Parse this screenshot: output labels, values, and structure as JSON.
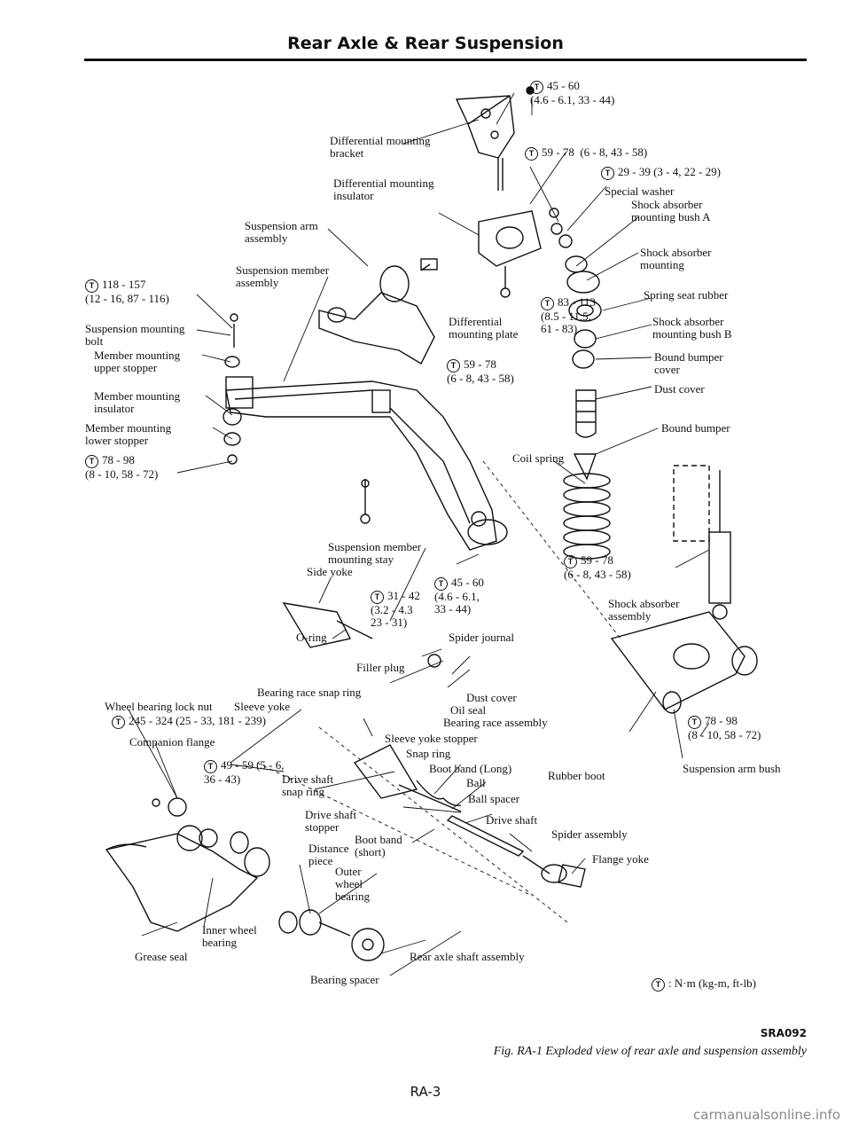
{
  "header": {
    "title": "Rear Axle & Rear Suspension"
  },
  "torque_symbol": "T",
  "labels": {
    "l01": "45 - 60\n(4.6 - 6.1, 33 - 44)",
    "l02": "Differential mounting\nbracket",
    "l03": "59 - 78  (6 - 8, 43 - 58)",
    "l04": "29 - 39 (3 - 4, 22 - 29)",
    "l05": "Special washer",
    "l06": "Shock absorber\nmounting bush A",
    "l07": "Differential mounting\ninsulator",
    "l08": "Suspension arm\nassembly",
    "l09": "Shock absorber\nmounting",
    "l10": "Suspension member\nassembly",
    "l11": "118 - 157\n(12 - 16, 87 - 116)",
    "l12": "Spring seat rubber",
    "l13": "83 - 113\n(8.5 - 11.5,\n61 - 83)",
    "l14": "Differential\nmounting plate",
    "l15": "Suspension mounting\nbolt",
    "l16": "Shock absorber\nmounting bush B",
    "l17": "Member mounting\nupper stopper",
    "l18": "Bound bumper\ncover",
    "l19": "59 - 78\n(6 - 8, 43 - 58)",
    "l20": "Dust cover",
    "l21": "Member mounting\ninsulator",
    "l22": "Member mounting\nlower stopper",
    "l23": "Bound bumper",
    "l24": "78 - 98\n(8 - 10, 58 - 72)",
    "l25": "Coil spring",
    "l26": "Suspension member\nmounting stay",
    "l27": "Side yoke",
    "l28": "59 - 78\n(6 - 8, 43 - 58)",
    "l29": "45 - 60\n(4.6 - 6.1,\n33 - 44)",
    "l30": "31 - 42\n(3.2 - 4.3\n23 - 31)",
    "l31": "Shock absorber\nassembly",
    "l32": "O-ring",
    "l33": "Spider journal",
    "l34": "Filler plug",
    "l35": "Bearing race snap ring",
    "l36": "Dust cover",
    "l37": "Oil seal",
    "l38": "Wheel bearing lock nut",
    "l39": "Sleeve yoke",
    "l40": "Bearing race assembly",
    "l41": "245 - 324 (25 - 33, 181 - 239)",
    "l42": "78 - 98\n(8 - 10, 58 - 72)",
    "l43": "Sleeve yoke stopper",
    "l44": "Companion flange",
    "l45": "Snap ring",
    "l46": "49 - 59 (5 - 6,\n36 - 43)",
    "l47": "Drive shaft\nsnap ring",
    "l48": "Boot band (Long)",
    "l49": "Rubber boot",
    "l50": "Suspension arm bush",
    "l51": "Ball",
    "l52": "Ball spacer",
    "l53": "Drive shaft\nstopper",
    "l54": "Drive shaft",
    "l55": "Boot band\n(short)",
    "l56": "Spider assembly",
    "l57": "Distance\npiece",
    "l58": "Outer\nwheel\nbearing",
    "l59": "Flange yoke",
    "l60": "Inner wheel\nbearing",
    "l61": "Grease seal",
    "l62": "Rear axle shaft assembly",
    "l63": "Bearing spacer",
    "l64": ": N·m (kg-m, ft-lb)"
  },
  "figure_code": "SRA092",
  "caption": "Fig. RA-1  Exploded view of rear axle and suspension assembly",
  "page_number": "RA-3",
  "watermark": "carmanualsonline.info"
}
